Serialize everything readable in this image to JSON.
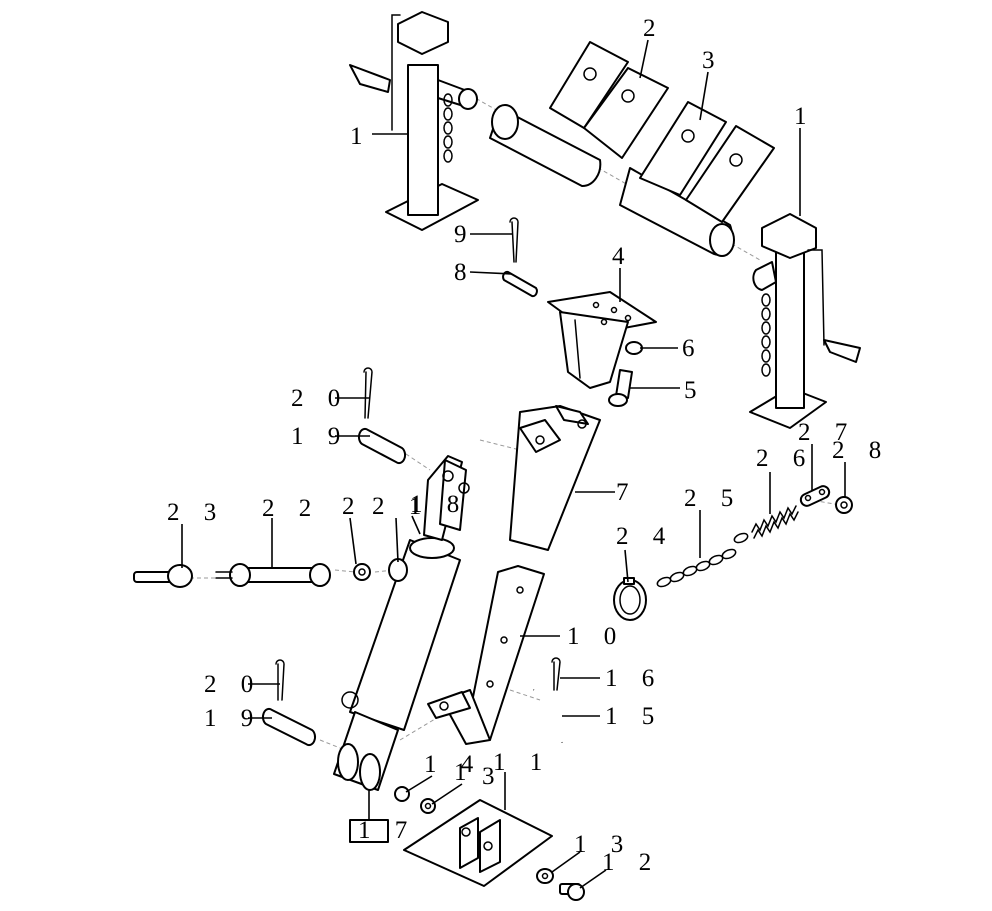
{
  "labels": {
    "jack_left": "1",
    "jack_right": "1",
    "tube_upper": "2",
    "tube_lower": "3",
    "bracket": "4",
    "bolt": "5",
    "nut": "6",
    "leg": "7",
    "pin_upper": "8",
    "clip_upper": "9",
    "leg_inner": "1 0",
    "foot": "1 1",
    "bolt_foot": "1 2",
    "washer_foot": "1 3",
    "nut_foot": "1 4",
    "pin_bent": "1 5",
    "clip_bent": "1 6",
    "grease": "1 7",
    "cylinder": "1 8",
    "pin_cyl_top": "1 9",
    "clip_cyl_top": "2 0",
    "pin_cyl_bottom": "1 9",
    "clip_cyl_bottom": "2 0",
    "bushing": "2 1",
    "washer_side": "2",
    "rod": "2 2",
    "fitting": "2 3",
    "ring": "2 4",
    "chain": "2 5",
    "spring": "2 6",
    "link": "2 7",
    "hook": "2 8",
    "washer_mid": "1",
    "nut_mid": "3"
  }
}
